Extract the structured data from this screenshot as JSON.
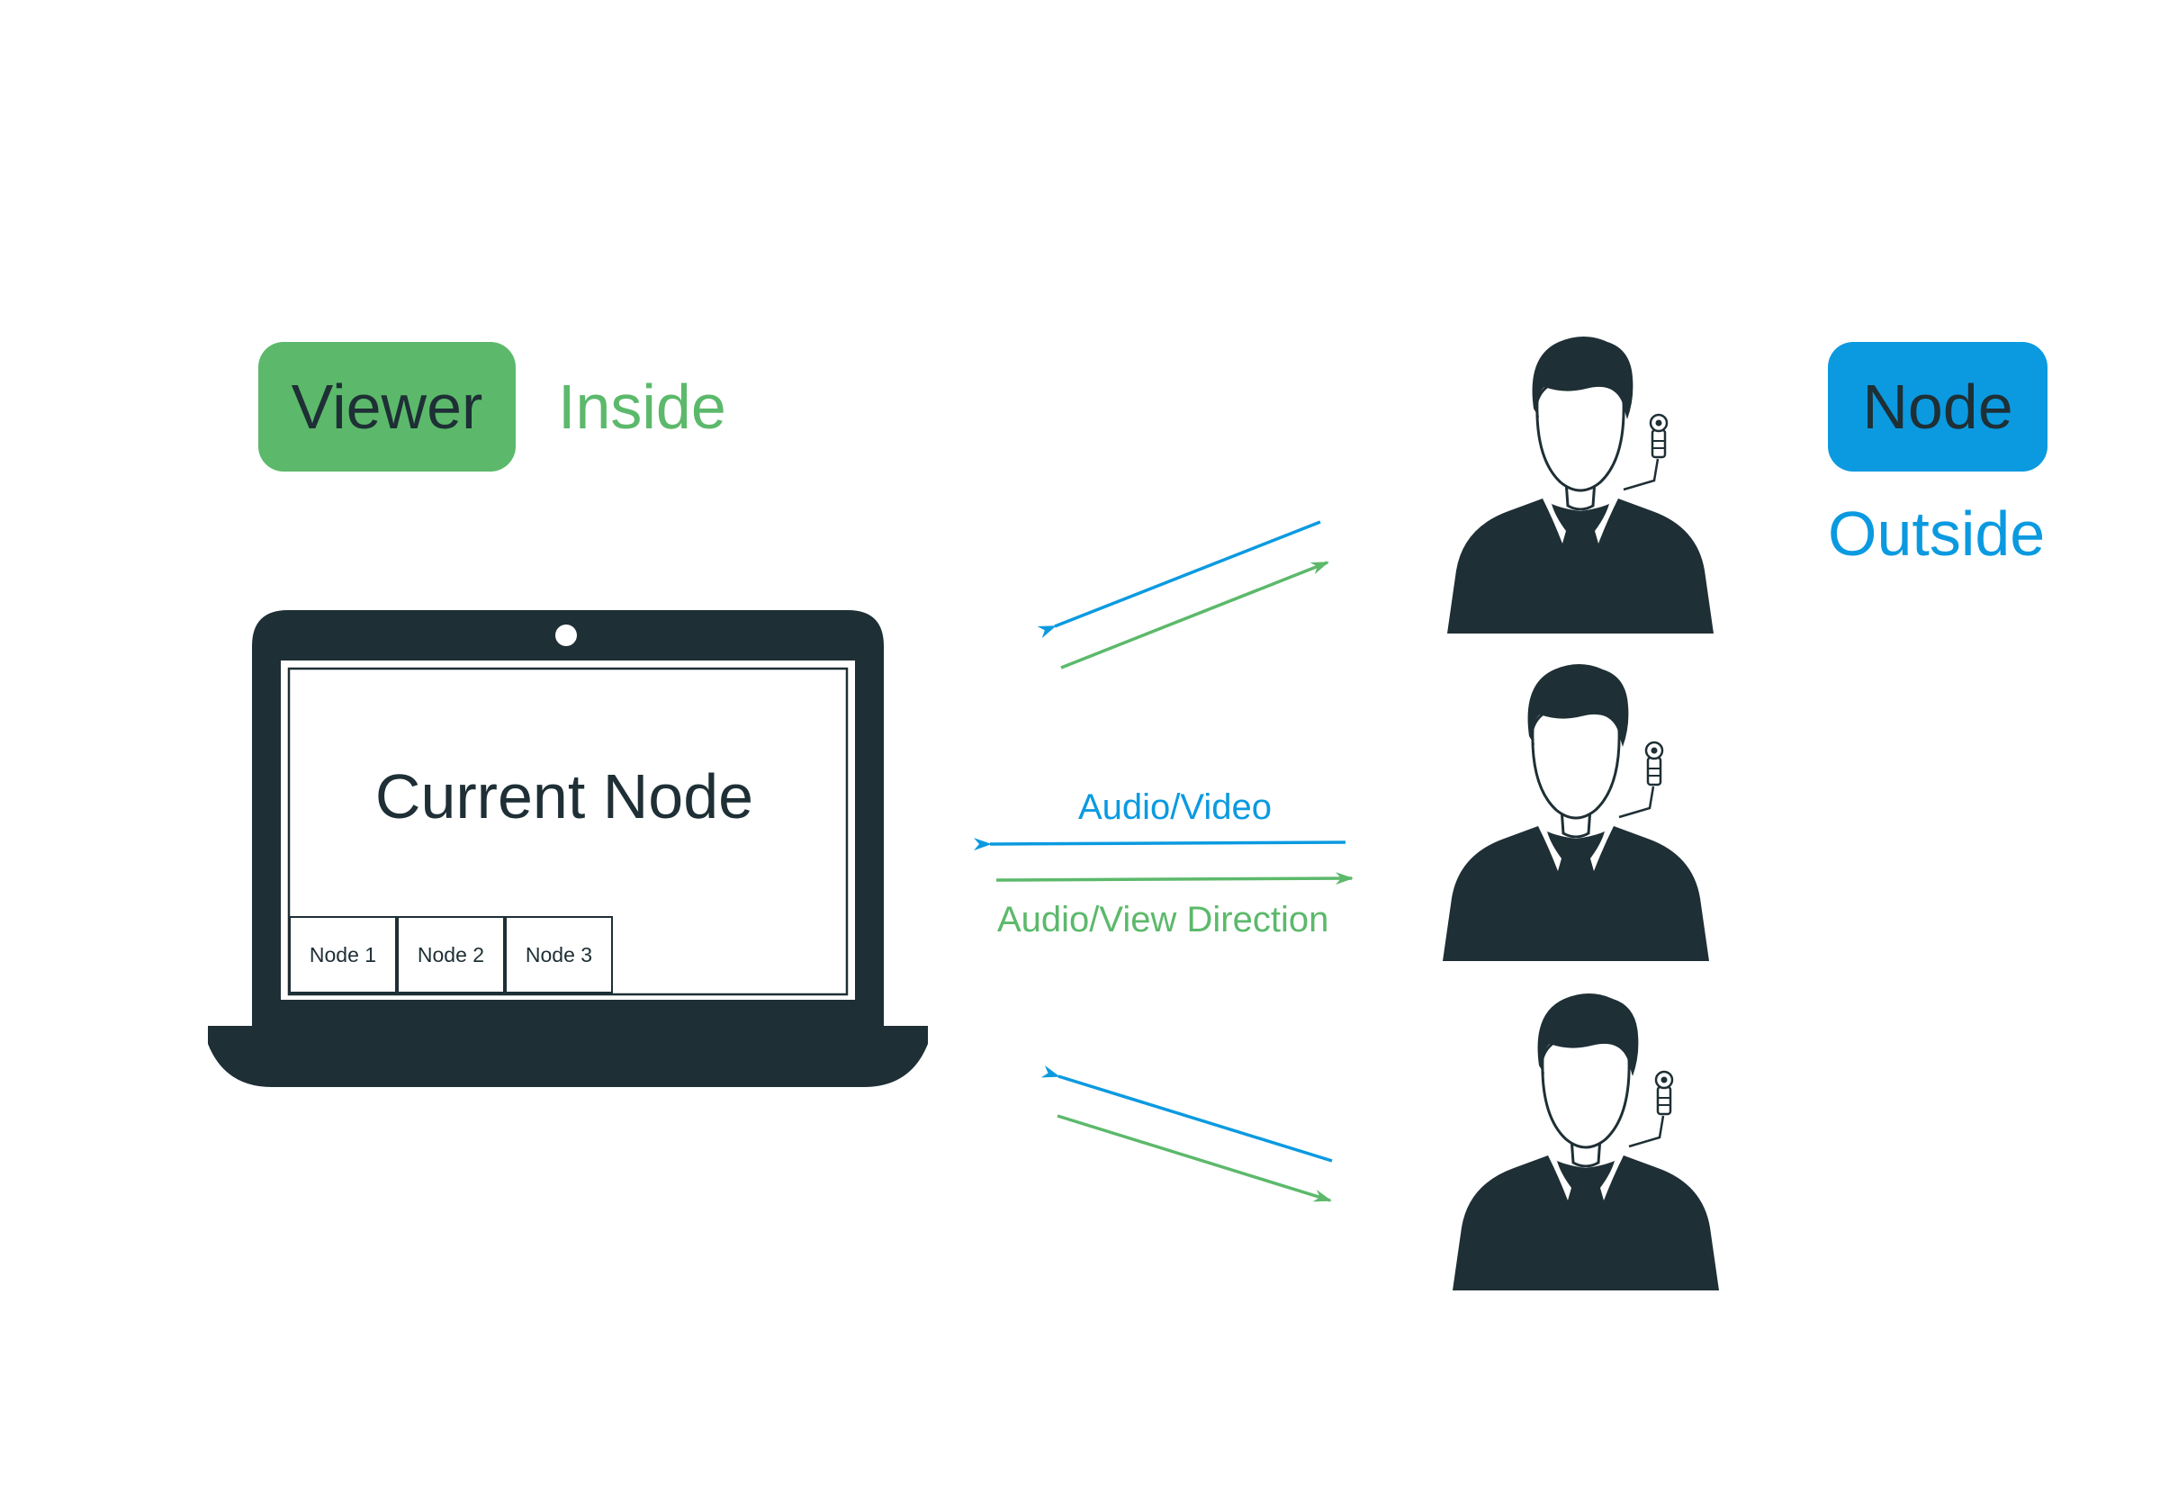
{
  "colors": {
    "dark": "#1e2f35",
    "green": "#5cb96b",
    "blue": "#0b9ae0"
  },
  "viewer": {
    "label": "Viewer",
    "caption": "Inside"
  },
  "node": {
    "label": "Node",
    "caption": "Outside"
  },
  "laptop": {
    "screen_title": "Current Node",
    "thumbnails": [
      "Node 1",
      "Node 2",
      "Node 3"
    ]
  },
  "links": {
    "incoming_label": "Audio/Video",
    "outgoing_label": "Audio/View Direction"
  },
  "icons": {
    "device": "laptop-icon",
    "person": "person-with-camera-icon"
  }
}
